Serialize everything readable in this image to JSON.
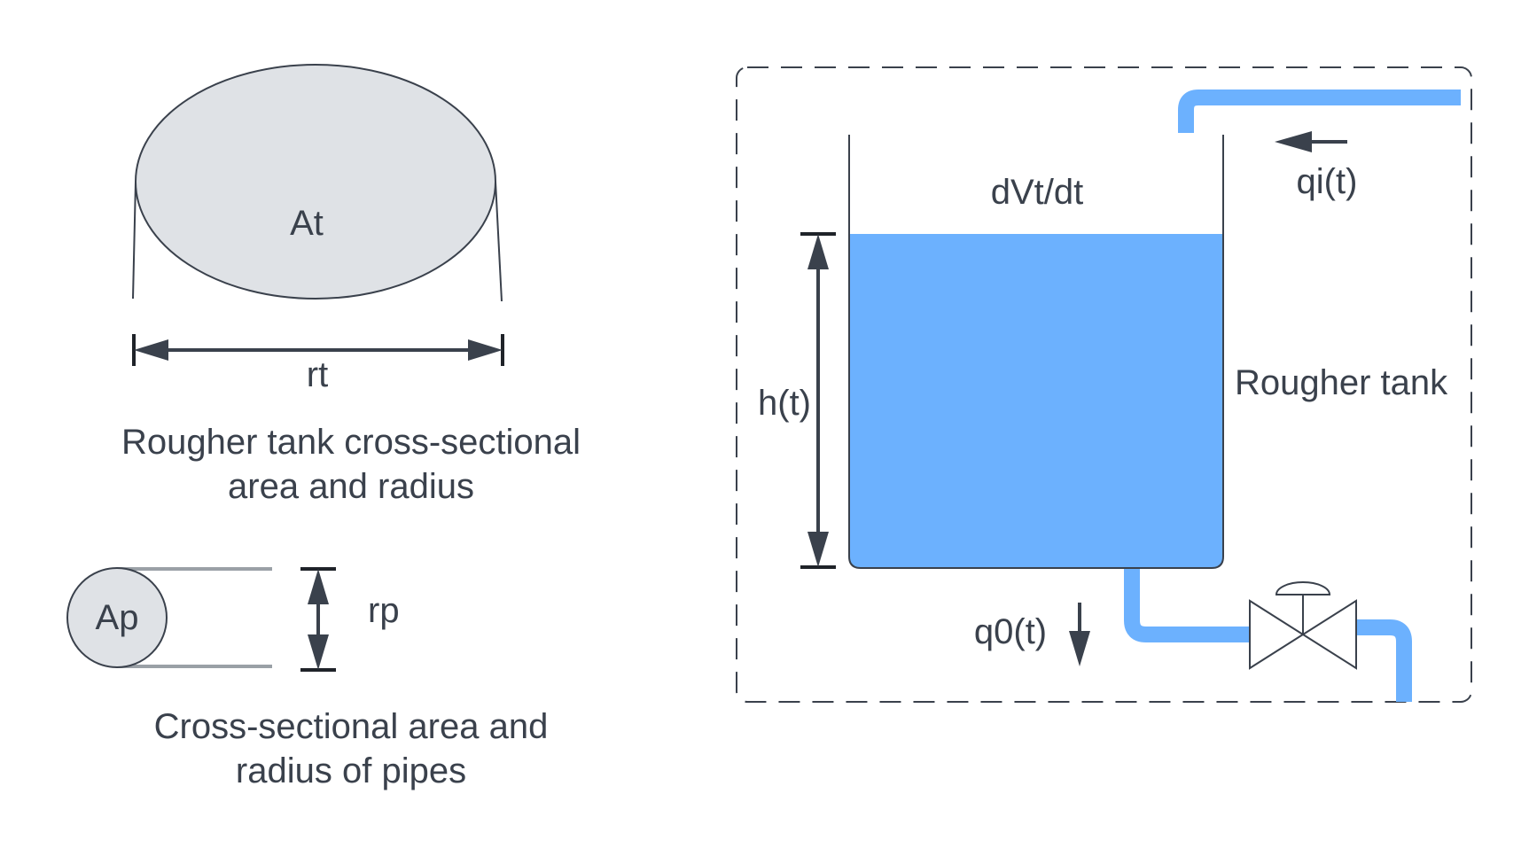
{
  "labels": {
    "tank_area": "At",
    "tank_radius": "rt",
    "tank_caption_line1": "Rougher tank cross-sectional",
    "tank_caption_line2": "area and radius",
    "pipe_area": "Ap",
    "pipe_radius": "rp",
    "pipe_caption_line1": "Cross-sectional area and",
    "pipe_caption_line2": "radius of pipes",
    "volume_rate": "dVt/dt",
    "inflow": "qi(t)",
    "height": "h(t)",
    "tank_name": "Rougher tank",
    "outflow": "q0(t)"
  },
  "colors": {
    "line": "#3a414c",
    "water": "#6cb1fe",
    "shape_fill": "#dfe2e6",
    "pipe_lines": "#9aa0a6"
  }
}
